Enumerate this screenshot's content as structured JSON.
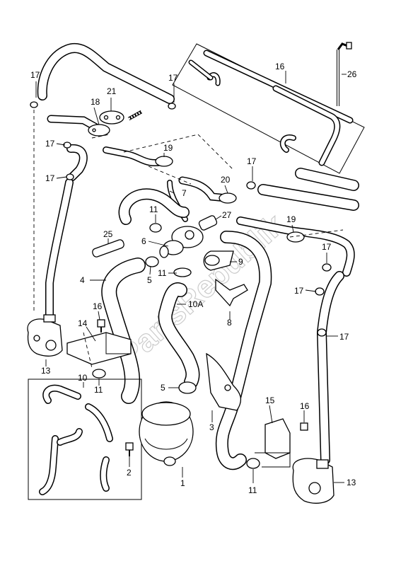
{
  "diagram": {
    "watermark": "PartsRepublik",
    "labels": [
      {
        "id": "l1",
        "text": "17"
      },
      {
        "id": "l2",
        "text": "21"
      },
      {
        "id": "l3",
        "text": "18"
      },
      {
        "id": "l4",
        "text": "17"
      },
      {
        "id": "l5",
        "text": "16"
      },
      {
        "id": "l6",
        "text": "26"
      },
      {
        "id": "l7",
        "text": "17"
      },
      {
        "id": "l8",
        "text": "19"
      },
      {
        "id": "l9",
        "text": "17"
      },
      {
        "id": "l10",
        "text": "17"
      },
      {
        "id": "l11",
        "text": "20"
      },
      {
        "id": "l12",
        "text": "7"
      },
      {
        "id": "l13",
        "text": "11"
      },
      {
        "id": "l14",
        "text": "27"
      },
      {
        "id": "l15",
        "text": "19"
      },
      {
        "id": "l16",
        "text": "25"
      },
      {
        "id": "l17",
        "text": "6"
      },
      {
        "id": "l18",
        "text": "9"
      },
      {
        "id": "l19",
        "text": "17"
      },
      {
        "id": "l20",
        "text": "4"
      },
      {
        "id": "l21",
        "text": "5"
      },
      {
        "id": "l22",
        "text": "11"
      },
      {
        "id": "l23",
        "text": "17"
      },
      {
        "id": "l24",
        "text": "10A"
      },
      {
        "id": "l25",
        "text": "16"
      },
      {
        "id": "l26",
        "text": "8"
      },
      {
        "id": "l27",
        "text": "14"
      },
      {
        "id": "l28",
        "text": "17"
      },
      {
        "id": "l29",
        "text": "13"
      },
      {
        "id": "l30",
        "text": "10"
      },
      {
        "id": "l31",
        "text": "11"
      },
      {
        "id": "l32",
        "text": "5"
      },
      {
        "id": "l33",
        "text": "15"
      },
      {
        "id": "l34",
        "text": "16"
      },
      {
        "id": "l35",
        "text": "3"
      },
      {
        "id": "l36",
        "text": "2"
      },
      {
        "id": "l37",
        "text": "1"
      },
      {
        "id": "l38",
        "text": "11"
      },
      {
        "id": "l39",
        "text": "13"
      }
    ]
  }
}
